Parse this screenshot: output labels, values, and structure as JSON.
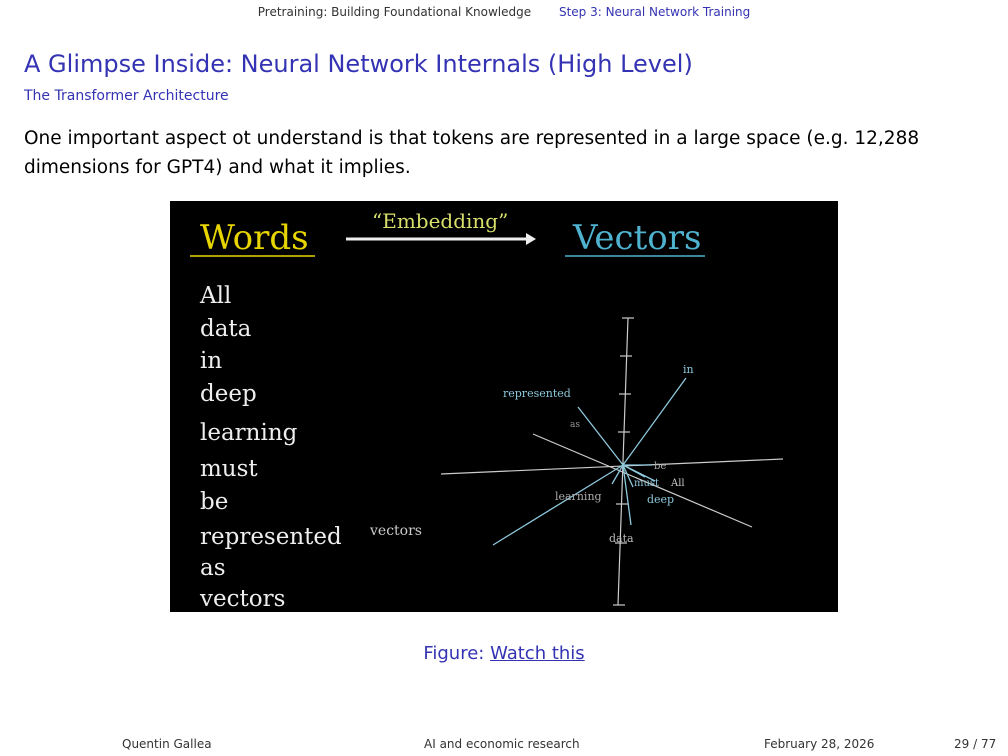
{
  "nav": {
    "section": "Pretraining: Building Foundational Knowledge",
    "subsection": "Step 3: Neural Network Training"
  },
  "title": "A Glimpse Inside: Neural Network Internals (High Level)",
  "subtitle": "The Transformer Architecture",
  "body": "One important aspect ot understand is that tokens are represented in a large space (e.g. 12,288 dimensions for GPT4) and what it implies.",
  "figure": {
    "words_heading": "Words",
    "embedding_label": "“Embedding”",
    "vectors_heading": "Vectors",
    "words": [
      "All",
      "data",
      "in",
      "deep",
      "learning",
      "must",
      "be",
      "represented",
      "as",
      "vectors"
    ],
    "vector_labels": {
      "in": "in",
      "represented": "represented",
      "as": "as",
      "be": "be",
      "must": "must",
      "all": "All",
      "learning": "learning",
      "deep": "deep",
      "data": "data",
      "vectors": "vectors"
    },
    "colors": {
      "words": "#e8d500",
      "vectors": "#4fb3d0",
      "arrow": "#58c4dd"
    }
  },
  "caption": {
    "prefix": "Figure: ",
    "link": "Watch this"
  },
  "footer": {
    "author": "Quentin Gallea",
    "short_title": "AI and economic research",
    "date": "February 28, 2026",
    "page": "29 / 77"
  }
}
